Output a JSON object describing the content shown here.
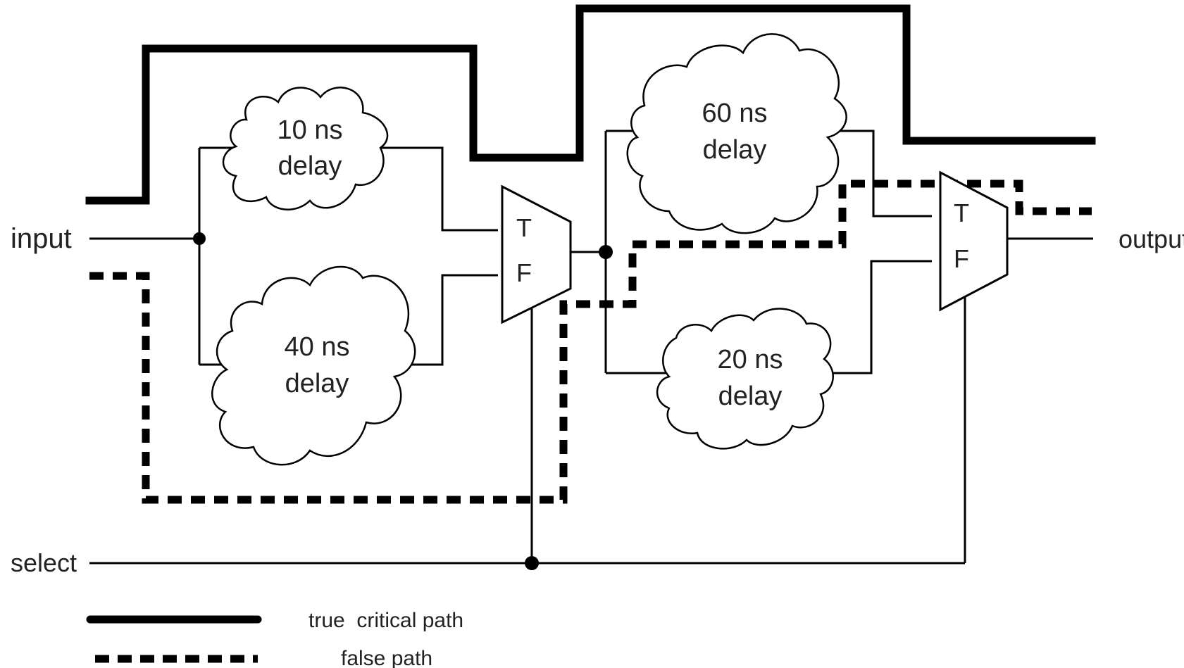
{
  "labels": {
    "input": "input",
    "output": "output",
    "select": "select"
  },
  "delays": [
    {
      "line1": "10 ns",
      "line2": "delay"
    },
    {
      "line1": "40 ns",
      "line2": "delay"
    },
    {
      "line1": "60 ns",
      "line2": "delay"
    },
    {
      "line1": "20 ns",
      "line2": "delay"
    }
  ],
  "muxes": [
    {
      "true_label": "T",
      "false_label": "F"
    },
    {
      "true_label": "T",
      "false_label": "F"
    }
  ],
  "legend": {
    "critical": "true  critical path",
    "false": "false path"
  }
}
